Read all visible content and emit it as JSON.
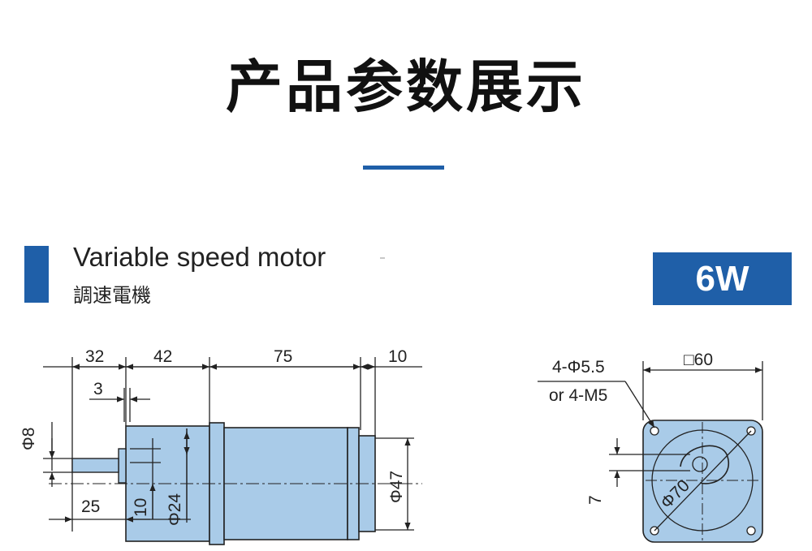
{
  "header": {
    "title": "产品参数展示"
  },
  "section": {
    "title_en": "Variable speed motor",
    "title_zh": "調速電機"
  },
  "power_badge": "6W",
  "side_view": {
    "dims": {
      "d32": "32",
      "d42": "42",
      "d75": "75",
      "d10_top": "10",
      "d3": "3",
      "phi8": "Φ8",
      "d25": "25",
      "d10_side": "10",
      "phi24": "Φ24",
      "phi47": "Φ47"
    }
  },
  "front_view": {
    "dims": {
      "holes_1": "4-Φ5.5",
      "holes_2": "or 4-M5",
      "square60": "□60",
      "phi70": "Φ70",
      "d7": "7"
    }
  },
  "colors": {
    "accent": "#1f5fa8",
    "motor_fill": "#a9cbe8"
  }
}
